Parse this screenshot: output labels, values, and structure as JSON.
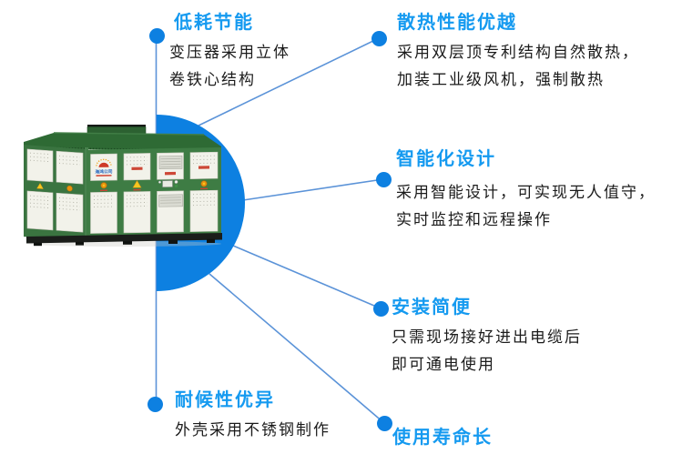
{
  "colors": {
    "accent_blue": "#0d80e1",
    "heading_blue": "#159af0",
    "connector_blue": "#5b93d8",
    "body_text": "#1b1b1b",
    "cabinet_green": "#3e7c44",
    "roof_green": "#2e6a34"
  },
  "product": {
    "logo_text": "海鸿公司"
  },
  "features": [
    {
      "id": "low-consumption",
      "title": "低耗节能",
      "lines": [
        "变压器采用立体",
        "卷铁心结构"
      ]
    },
    {
      "id": "heat-dissipation",
      "title": "散热性能优越",
      "lines": [
        "采用双层顶专利结构自然散热，",
        "加装工业级风机，强制散热"
      ]
    },
    {
      "id": "intelligent",
      "title": "智能化设计",
      "lines": [
        "采用智能设计，可实现无人值守，",
        "实时监控和远程操作"
      ]
    },
    {
      "id": "easy-install",
      "title": "安装简便",
      "lines": [
        "只需现场接好进出电缆后",
        "即可通电使用"
      ]
    },
    {
      "id": "weather-proof",
      "title": "耐候性优异",
      "lines": [
        "外壳采用不锈钢制作"
      ]
    },
    {
      "id": "long-life",
      "title": "使用寿命长",
      "lines": []
    }
  ]
}
